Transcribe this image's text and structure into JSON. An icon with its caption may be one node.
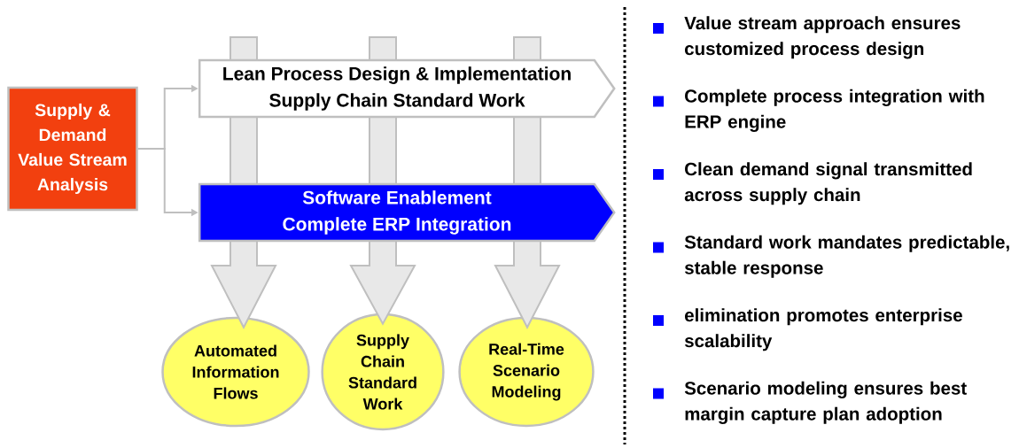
{
  "diagram": {
    "nodes": [
      {
        "text": [
          "Supply & Demand Value Stream Analysis"
        ]
      },
      {
        "text": [
          "Lean Process Design & Implementation",
          "Supply Chain Standard Work"
        ]
      },
      {
        "text": [
          "Software Enablement",
          "Complete ERP Integration"
        ]
      },
      {
        "text": [
          "Automated Information Flows"
        ]
      },
      {
        "text": [
          "Supply Chain Standard Work"
        ]
      },
      {
        "text": [
          "Real-Time Scenario Modeling"
        ]
      }
    ],
    "edges": [
      {
        "from": 0,
        "to": 1,
        "arrow": "to"
      },
      {
        "from": 0,
        "to": 2,
        "arrow": "to"
      },
      {
        "from": null,
        "to": 3,
        "arrow": "to",
        "style": "thick"
      },
      {
        "from": null,
        "to": 4,
        "arrow": "to",
        "style": "thick"
      },
      {
        "from": null,
        "to": 5,
        "arrow": "to",
        "style": "thick"
      }
    ],
    "labels": [
      "Value stream approach ensures customized process design",
      "Complete process integration with ERP engine",
      "Clean demand signal transmitted across supply chain",
      "Standard work mandates predictable, stable response",
      "elimination promotes enterprise scalability",
      "Scenario modeling ensures best margin capture plan adoption"
    ]
  }
}
